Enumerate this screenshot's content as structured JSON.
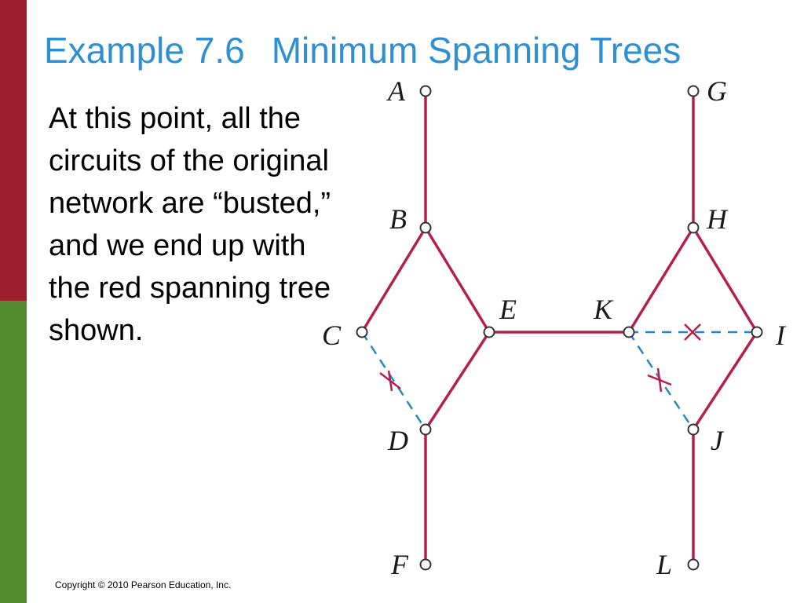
{
  "slide": {
    "title_part1": "Example 7.6",
    "title_part2": "Minimum Spanning Trees",
    "body": "At this point, all the circuits of the original network are “busted,” and we end up with the red spanning tree shown.",
    "copyright": "Copyright © 2010 Pearson Education, Inc."
  },
  "colors": {
    "accent_red": "#9c1f2e",
    "accent_green": "#558b2f",
    "title_blue": "#2e8fd1",
    "tree_edge": "#b5204a",
    "removed_edge": "#2a86c4"
  },
  "graph": {
    "nodes": [
      "A",
      "B",
      "C",
      "D",
      "E",
      "F",
      "G",
      "H",
      "I",
      "J",
      "K",
      "L"
    ],
    "tree_edges": [
      [
        "A",
        "B"
      ],
      [
        "B",
        "C"
      ],
      [
        "B",
        "E"
      ],
      [
        "D",
        "E"
      ],
      [
        "D",
        "F"
      ],
      [
        "E",
        "K"
      ],
      [
        "G",
        "H"
      ],
      [
        "H",
        "K"
      ],
      [
        "H",
        "I"
      ],
      [
        "I",
        "J"
      ],
      [
        "J",
        "L"
      ]
    ],
    "removed_edges": [
      [
        "C",
        "D"
      ],
      [
        "K",
        "I"
      ],
      [
        "K",
        "J"
      ]
    ]
  }
}
